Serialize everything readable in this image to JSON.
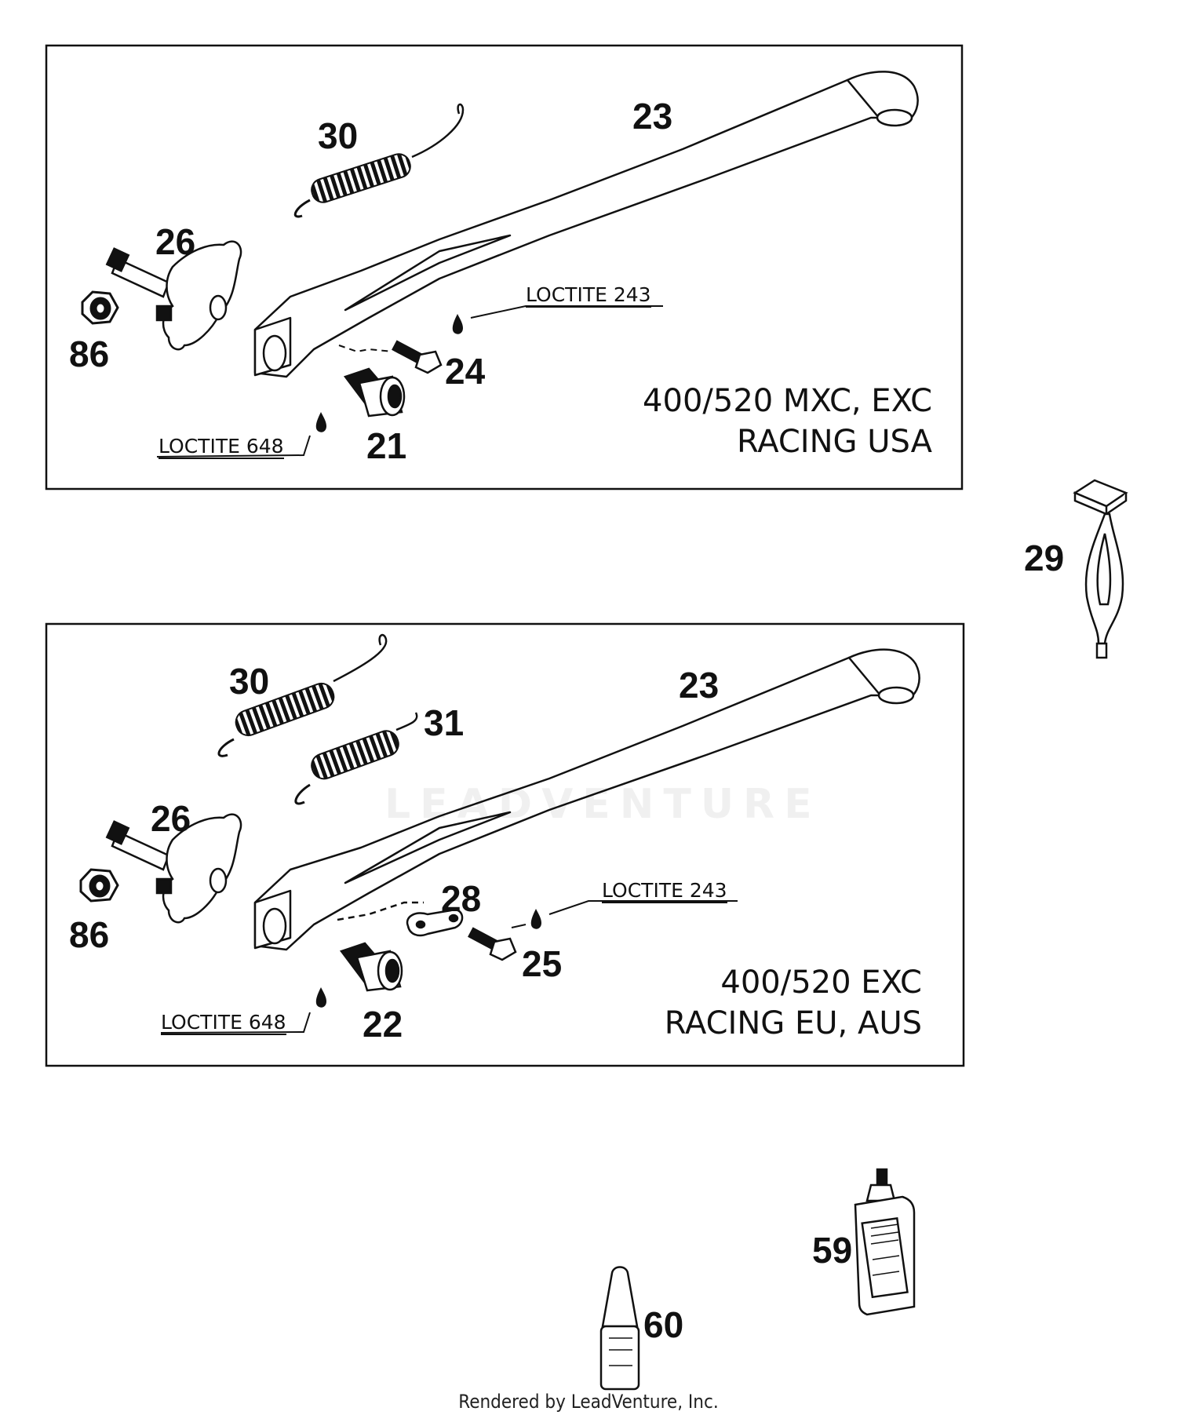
{
  "panels": [
    {
      "model_line1": "400/520 MXC, EXC",
      "model_line2": "RACING USA",
      "loctite_upper": "LOCTITE 243",
      "loctite_lower": "LOCTITE 648",
      "callouts": {
        "spring": "30",
        "stand": "23",
        "pivot": "26",
        "nut": "86",
        "bolt": "24",
        "stop": "21"
      }
    },
    {
      "model_line1": "400/520 EXC",
      "model_line2": "RACING EU, AUS",
      "loctite_upper": "LOCTITE 243",
      "loctite_lower": "LOCTITE 648",
      "callouts": {
        "spring": "30",
        "spring2": "31",
        "stand": "23",
        "pivot": "26",
        "nut": "86",
        "plate": "28",
        "bolt": "25",
        "stop": "22"
      }
    }
  ],
  "loose_parts": {
    "tool": "29",
    "bottle_large": "59",
    "bottle_small": "60"
  },
  "watermark": "LEADVENTURE",
  "footer": "Rendered by LeadVenture, Inc."
}
